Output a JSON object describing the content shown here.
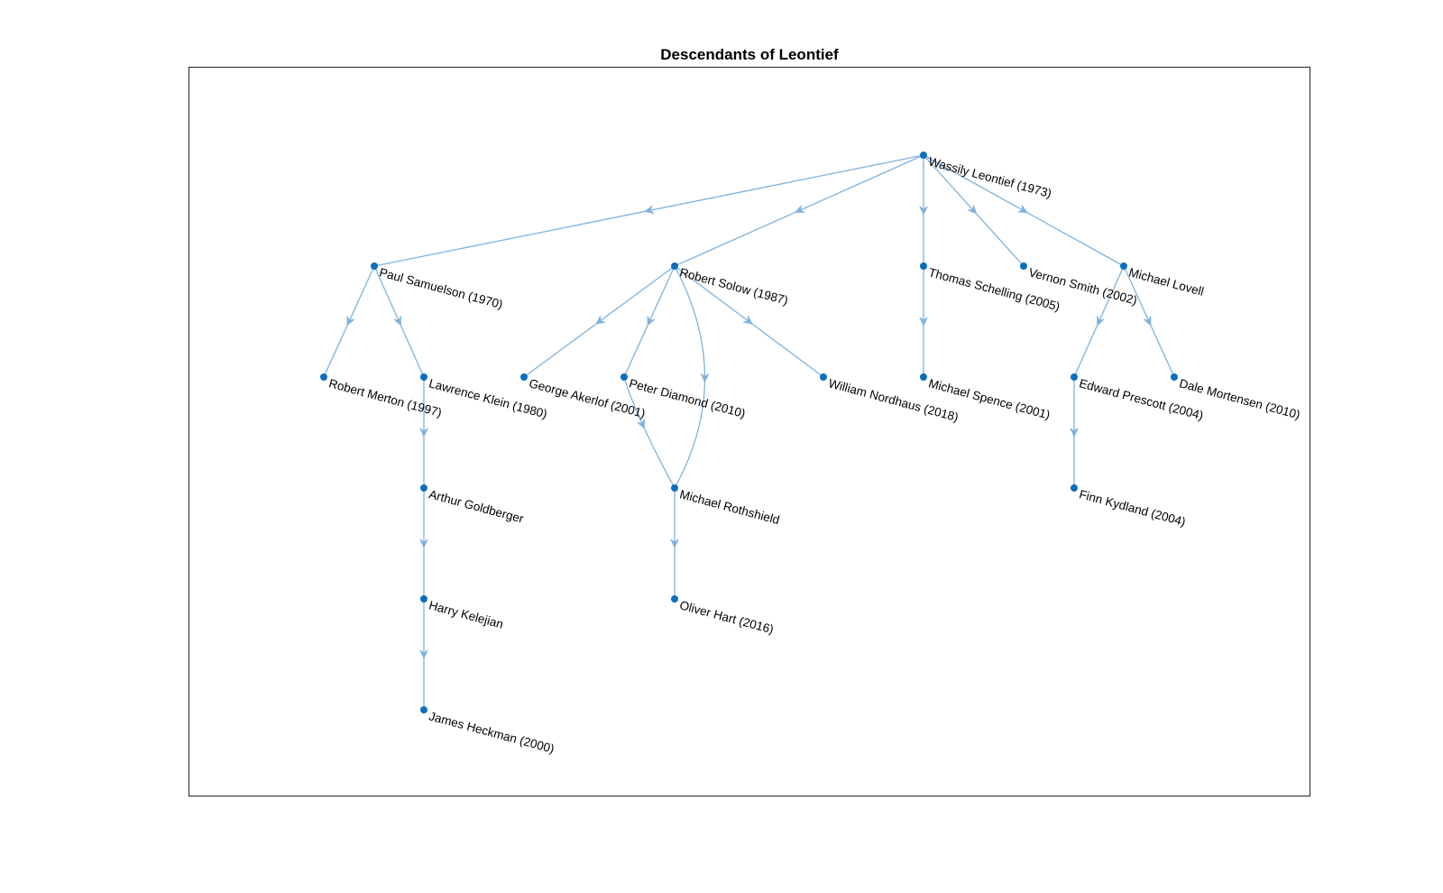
{
  "title": "Descendants of Leontief",
  "colors": {
    "edge": "#7fb2dc",
    "node": "#0b6fbd",
    "box": "#262626"
  },
  "nodes": [
    {
      "id": "leontief",
      "label": "Wassily Leontief (1973)"
    },
    {
      "id": "samuelson",
      "label": "Paul Samuelson (1970)"
    },
    {
      "id": "solow",
      "label": "Robert Solow (1987)"
    },
    {
      "id": "schelling",
      "label": "Thomas Schelling (2005)"
    },
    {
      "id": "smith",
      "label": "Vernon Smith (2002)"
    },
    {
      "id": "lovell",
      "label": "Michael Lovell"
    },
    {
      "id": "merton",
      "label": "Robert Merton (1997)"
    },
    {
      "id": "klein",
      "label": "Lawrence Klein (1980)"
    },
    {
      "id": "akerlof",
      "label": "George Akerlof (2001)"
    },
    {
      "id": "diamond",
      "label": "Peter Diamond (2010)"
    },
    {
      "id": "nordhaus",
      "label": "William Nordhaus (2018)"
    },
    {
      "id": "spence",
      "label": "Michael Spence (2001)"
    },
    {
      "id": "prescott",
      "label": "Edward Prescott (2004)"
    },
    {
      "id": "mortensen",
      "label": "Dale Mortensen (2010)"
    },
    {
      "id": "goldberger",
      "label": "Arthur Goldberger"
    },
    {
      "id": "rothshield",
      "label": "Michael Rothshield"
    },
    {
      "id": "kydland",
      "label": "Finn Kydland (2004)"
    },
    {
      "id": "kelejian",
      "label": "Harry Kelejian"
    },
    {
      "id": "hart",
      "label": "Oliver Hart (2016)"
    },
    {
      "id": "heckman",
      "label": "James Heckman (2000)"
    }
  ],
  "edges": [
    {
      "from": "leontief",
      "to": "samuelson"
    },
    {
      "from": "leontief",
      "to": "solow"
    },
    {
      "from": "leontief",
      "to": "schelling"
    },
    {
      "from": "leontief",
      "to": "smith"
    },
    {
      "from": "leontief",
      "to": "lovell"
    },
    {
      "from": "samuelson",
      "to": "merton"
    },
    {
      "from": "samuelson",
      "to": "klein"
    },
    {
      "from": "solow",
      "to": "akerlof"
    },
    {
      "from": "solow",
      "to": "diamond"
    },
    {
      "from": "solow",
      "to": "rothshield"
    },
    {
      "from": "solow",
      "to": "nordhaus"
    },
    {
      "from": "schelling",
      "to": "spence"
    },
    {
      "from": "lovell",
      "to": "prescott"
    },
    {
      "from": "lovell",
      "to": "mortensen"
    },
    {
      "from": "klein",
      "to": "goldberger"
    },
    {
      "from": "diamond",
      "to": "rothshield"
    },
    {
      "from": "prescott",
      "to": "kydland"
    },
    {
      "from": "goldberger",
      "to": "kelejian"
    },
    {
      "from": "rothshield",
      "to": "hart"
    },
    {
      "from": "kelejian",
      "to": "heckman"
    }
  ]
}
